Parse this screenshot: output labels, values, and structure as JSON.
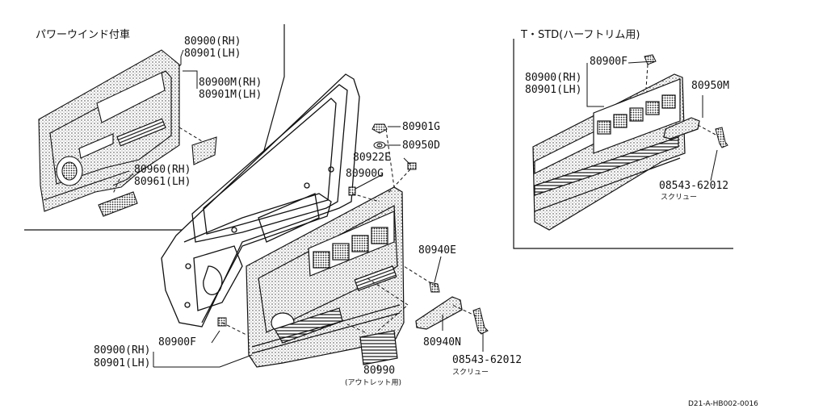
{
  "headings": {
    "power_window": "パワーウインド付車",
    "t_std": "T・STD(ハーフトリム用)"
  },
  "labels": {
    "inset_80900_rh": "80900(RH)",
    "inset_80901_lh": "80901(LH)",
    "inset_80900m_rh": "80900M(RH)",
    "inset_80901m_lh": "80901M(LH)",
    "inset_80960_rh": "80960(RH)",
    "inset_80961_lh": "80961(LH)",
    "p_80901g": "80901G",
    "p_80950d": "80950D",
    "p_80922e": "80922E",
    "p_80900g": "80900G",
    "p_80940e": "80940E",
    "p_80940n": "80940N",
    "p_80900f_main": "80900F",
    "main_80900_rh": "80900(RH)",
    "main_80901_lh": "80901(LH)",
    "p_80990": "80990",
    "p_80990_note": "(アウトレット用)",
    "p_08543_main": "08543-62012",
    "screw_main": "スクリュー",
    "t_80900f": "80900F",
    "t_80900_rh": "80900(RH)",
    "t_80901_lh": "80901(LH)",
    "t_80950m": "80950M",
    "t_08543": "08543-62012",
    "screw_t": "スクリュー"
  },
  "reference_code": "D21-A-HB002-0016"
}
